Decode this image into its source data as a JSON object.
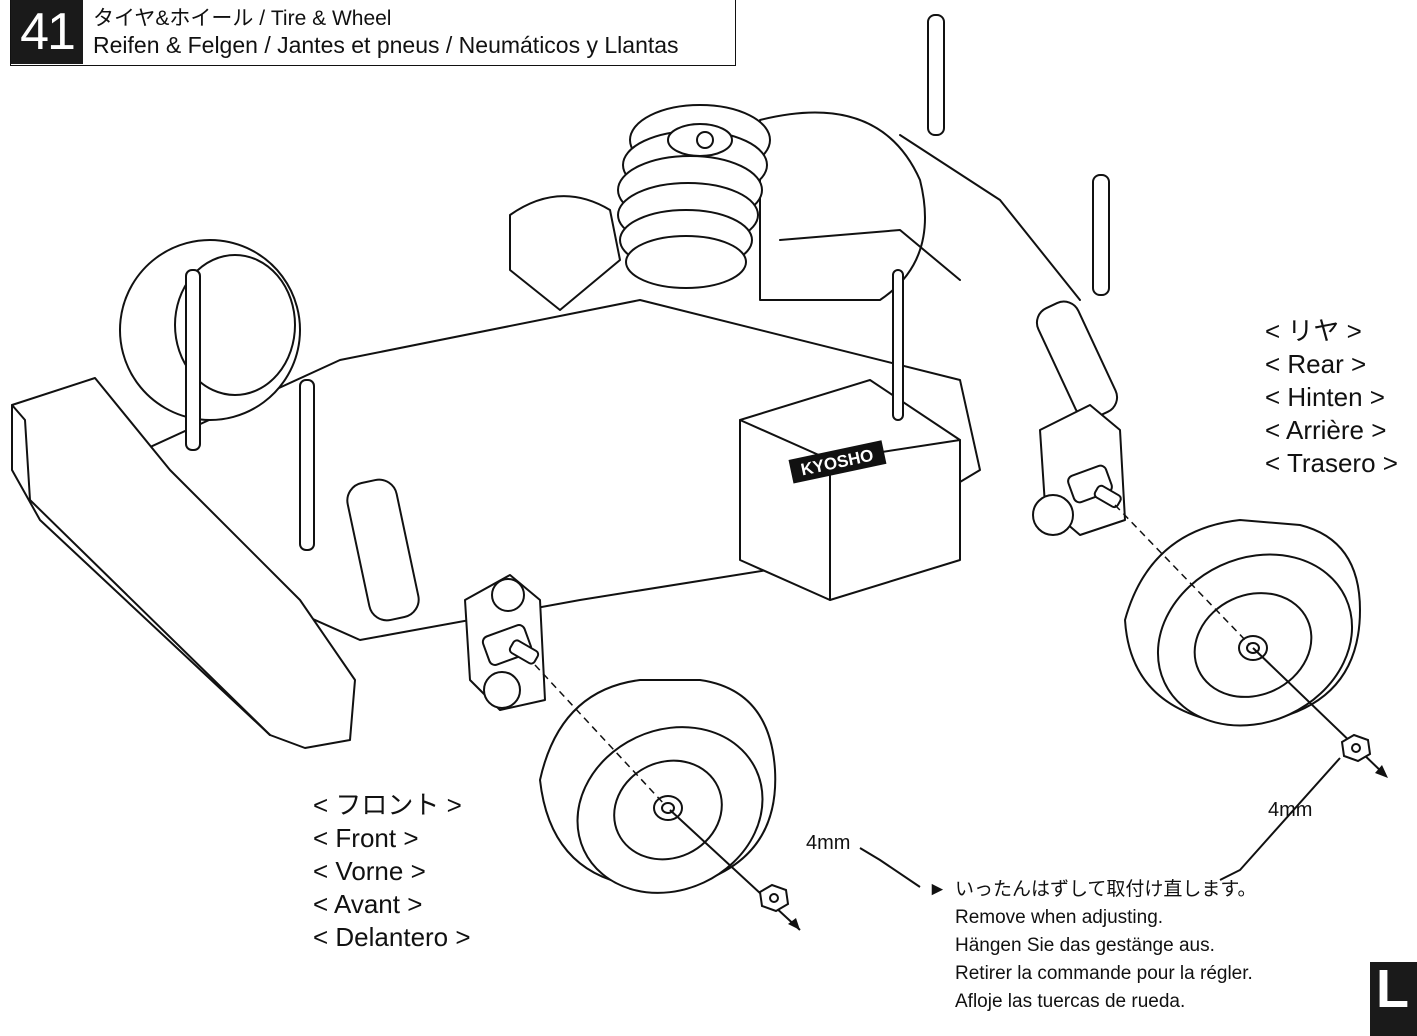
{
  "header": {
    "step_number": "41",
    "title_jp": "タイヤ&ホイール / Tire & Wheel",
    "title_multilang": "Reifen & Felgen / Jantes et pneus / Neumáticos y Llantas"
  },
  "rear_label": {
    "lines": [
      "< リヤ >",
      "< Rear >",
      "< Hinten >",
      "< Arrière >",
      "< Trasero >"
    ]
  },
  "front_label": {
    "lines": [
      "< フロント >",
      "< Front >",
      "< Vorne >",
      "< Avant >",
      "< Delantero >"
    ]
  },
  "nut_size_front": "4mm",
  "nut_size_rear": "4mm",
  "note": {
    "arrow": "►",
    "lines": [
      "いったんはずして取付け直します。",
      "Remove when adjusting.",
      "Hängen Sie das gestänge aus.",
      "Retirer la commande pour la régler.",
      "Afloje las tuercas de rueda."
    ]
  },
  "chassis_logo_text": "KYOSHO",
  "corner_tab_letter": "L",
  "colors": {
    "ink": "#111111",
    "header_fill": "#1a1a1a",
    "paper": "#ffffff"
  }
}
